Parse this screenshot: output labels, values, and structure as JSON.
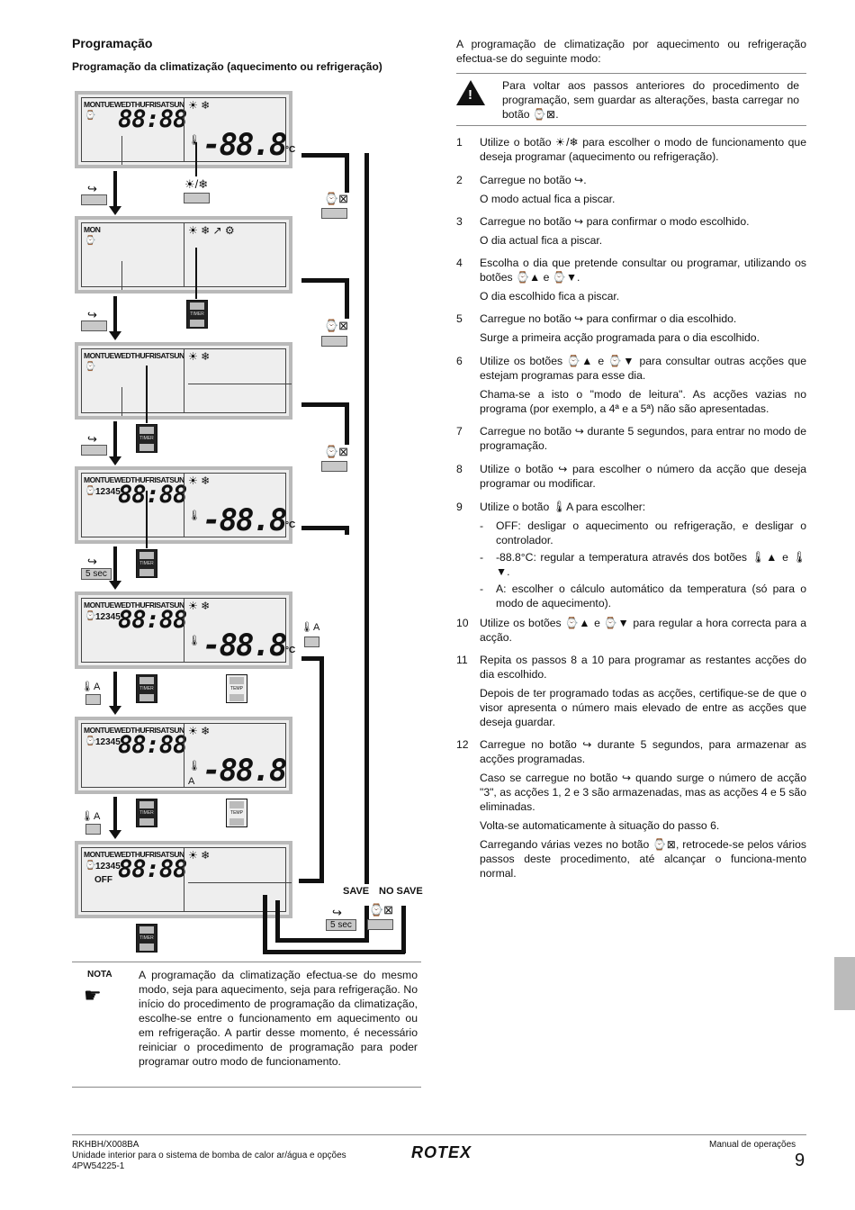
{
  "heading": "Programação",
  "subheading": "Programação da climatização (aquecimento ou refrigeração)",
  "lcd": {
    "days": "MONTUEWEDTHUFRISATSUN",
    "day_mon": "MON",
    "time": "88:88",
    "temp": "-88.8",
    "unit": "°C",
    "clock": "⌚",
    "sub": "12345",
    "off": "OFF",
    "modes": "☀ ❄",
    "modes_full": "☀ ❄ ↗ ⚙"
  },
  "diagram": {
    "mode_btn": "☀/❄",
    "enter": "↪",
    "cancel": "⌚⊠",
    "therm_btn": "🌡A",
    "timer": "TIMER",
    "temp_btn": "TEMP",
    "sec": "5 sec",
    "save": "SAVE",
    "no_save": "NO SAVE"
  },
  "nota": {
    "label": "NOTA",
    "icon": "☛",
    "text": "A programação da climatização efectua-se do mesmo modo, seja para aquecimento, seja para refrigeração. No início do procedimento de programação da climatização, escolhe-se entre o funcionamento em aquecimento ou em refrigeração. A partir desse momento, é necessário reiniciar o procedimento de programação para poder programar outro modo de funcionamento."
  },
  "intro": "A programação de climatização por aquecimento ou refrigeração efectua-se do seguinte modo:",
  "warning": "Para voltar aos passos anteriores do procedimento de programação, sem guardar as alterações, basta carregar no botão ⌚⊠.",
  "steps": [
    {
      "n": "1",
      "p": [
        "Utilize o botão ☀/❄ para escolher o modo de funcionamento que deseja programar (aquecimento ou refrigeração)."
      ]
    },
    {
      "n": "2",
      "p": [
        "Carregue no botão ↪.",
        "O modo actual fica a piscar."
      ]
    },
    {
      "n": "3",
      "p": [
        "Carregue no botão ↪ para confirmar o modo escolhido.",
        "O dia actual fica a piscar."
      ]
    },
    {
      "n": "4",
      "p": [
        "Escolha o dia que pretende consultar ou programar, utilizando os botões ⌚▲ e ⌚▼.",
        "O dia escolhido fica a piscar."
      ]
    },
    {
      "n": "5",
      "p": [
        "Carregue no botão ↪ para confirmar o dia escolhido.",
        "Surge a primeira acção programada para o dia escolhido."
      ]
    },
    {
      "n": "6",
      "p": [
        "Utilize os botões ⌚▲ e ⌚▼ para consultar outras acções que estejam programas para esse dia.",
        "Chama-se a isto o \"modo de leitura\". As acções vazias no programa (por exemplo, a 4ª e a 5ª) não são apresentadas."
      ]
    },
    {
      "n": "7",
      "p": [
        "Carregue no botão ↪ durante 5 segundos, para entrar no modo de programação."
      ]
    },
    {
      "n": "8",
      "p": [
        "Utilize o botão ↪ para escolher o número da acção que deseja programar ou modificar."
      ]
    },
    {
      "n": "9",
      "p": [
        "Utilize o botão 🌡A para escolher:"
      ],
      "d": [
        "OFF: desligar o aquecimento ou refrigeração, e desligar o controlador.",
        "-88.8°C: regular a temperatura através dos botões 🌡▲ e 🌡▼.",
        "A: escolher o cálculo automático da temperatura (só para o modo de aquecimento)."
      ]
    },
    {
      "n": "10",
      "p": [
        "Utilize os botões ⌚▲ e ⌚▼ para regular a hora correcta para a acção."
      ]
    },
    {
      "n": "11",
      "p": [
        "Repita os passos 8 a 10 para programar as restantes acções do dia escolhido.",
        "Depois de ter programado todas as acções, certifique-se de que o visor apresenta o número mais elevado de entre as acções que deseja guardar."
      ]
    },
    {
      "n": "12",
      "p": [
        "Carregue no botão ↪ durante 5 segundos, para armazenar as acções programadas.",
        "Caso se carregue no botão ↪ quando surge o número de acção \"3\", as acções 1, 2 e 3 são armazenadas, mas as acções 4 e 5 são eliminadas.",
        "Volta-se automaticamente à situação do passo 6.",
        "Carregando várias vezes no botão ⌚⊠, retrocede-se pelos vários passos deste procedimento, até alcançar o funciona-mento normal."
      ]
    }
  ],
  "footer": {
    "code": "RKHBH/X008BA",
    "desc": "Unidade interior para o sistema de bomba de calor ar/água e opções",
    "part": "4PW54225-1",
    "logo": "ROTEX",
    "manual": "Manual de operações",
    "page": "9"
  }
}
